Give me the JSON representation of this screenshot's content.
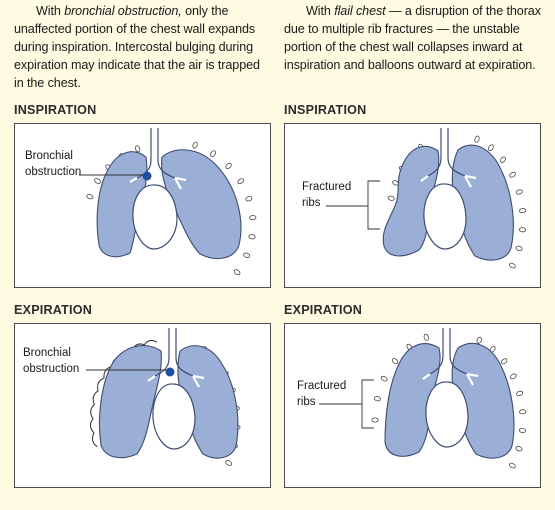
{
  "intro_left": {
    "before": "With ",
    "em": "bronchial obstruction,",
    "after": " only the unaffected portion of the chest wall expands during inspiration. Intercostal bulging during expiration may indicate that the air is trapped in the chest."
  },
  "intro_right": {
    "before": "With ",
    "em": "flail chest",
    "after": " — a disruption of the thorax due to multiple rib fractures — the unstable portion of the chest wall collapses inward at inspiration and balloons outward at expiration."
  },
  "headings": {
    "top_left": "INSPIRATION",
    "top_right": "INSPIRATION",
    "bottom_left": "EXPIRATION",
    "bottom_right": "EXPIRATION"
  },
  "labels": {
    "obstruction_line1": "Bronchial",
    "obstruction_line2": "obstruction",
    "fractured_line1": "Fractured",
    "fractured_line2": "ribs"
  },
  "colors": {
    "lung_fill": "#9aaed6",
    "lung_stroke": "#3d4d73",
    "obstruction_dot": "#1e4f9c",
    "background": "#fefbe2"
  }
}
